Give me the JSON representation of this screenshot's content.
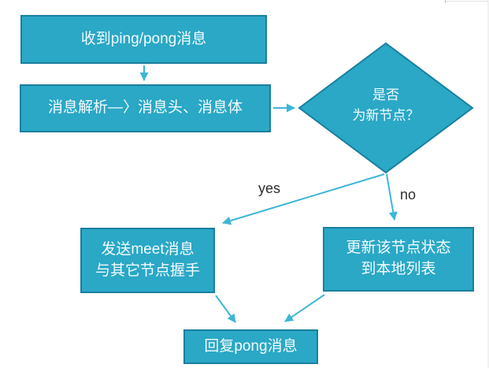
{
  "diagram": {
    "title": "ping/pong message handling flowchart",
    "nodes": {
      "receive": {
        "type": "process",
        "label": "收到ping/pong消息"
      },
      "parse": {
        "type": "process",
        "label": "消息解析—〉消息头、消息体"
      },
      "decision": {
        "type": "decision",
        "label": "是否\n为新节点？"
      },
      "send_meet": {
        "type": "process",
        "label": "发送meet消息\n与其它节点握手"
      },
      "update_local": {
        "type": "process",
        "label": "更新该节点状态\n到本地列表"
      },
      "reply_pong": {
        "type": "process",
        "label": "回复pong消息"
      }
    },
    "edges": [
      {
        "from": "receive",
        "to": "parse",
        "label": ""
      },
      {
        "from": "parse",
        "to": "decision",
        "label": ""
      },
      {
        "from": "decision",
        "to": "send_meet",
        "label": "yes"
      },
      {
        "from": "decision",
        "to": "update_local",
        "label": "no"
      },
      {
        "from": "send_meet",
        "to": "reply_pong",
        "label": ""
      },
      {
        "from": "update_local",
        "to": "reply_pong",
        "label": ""
      }
    ]
  },
  "colors": {
    "node_fill": "#2AA8C6",
    "node_border": "#1A7F9E",
    "arrow": "#3EB6D6",
    "node_text": "#F4FBFD",
    "edge_label_text": "#2E2E2E",
    "background": "#FFFFFF"
  }
}
